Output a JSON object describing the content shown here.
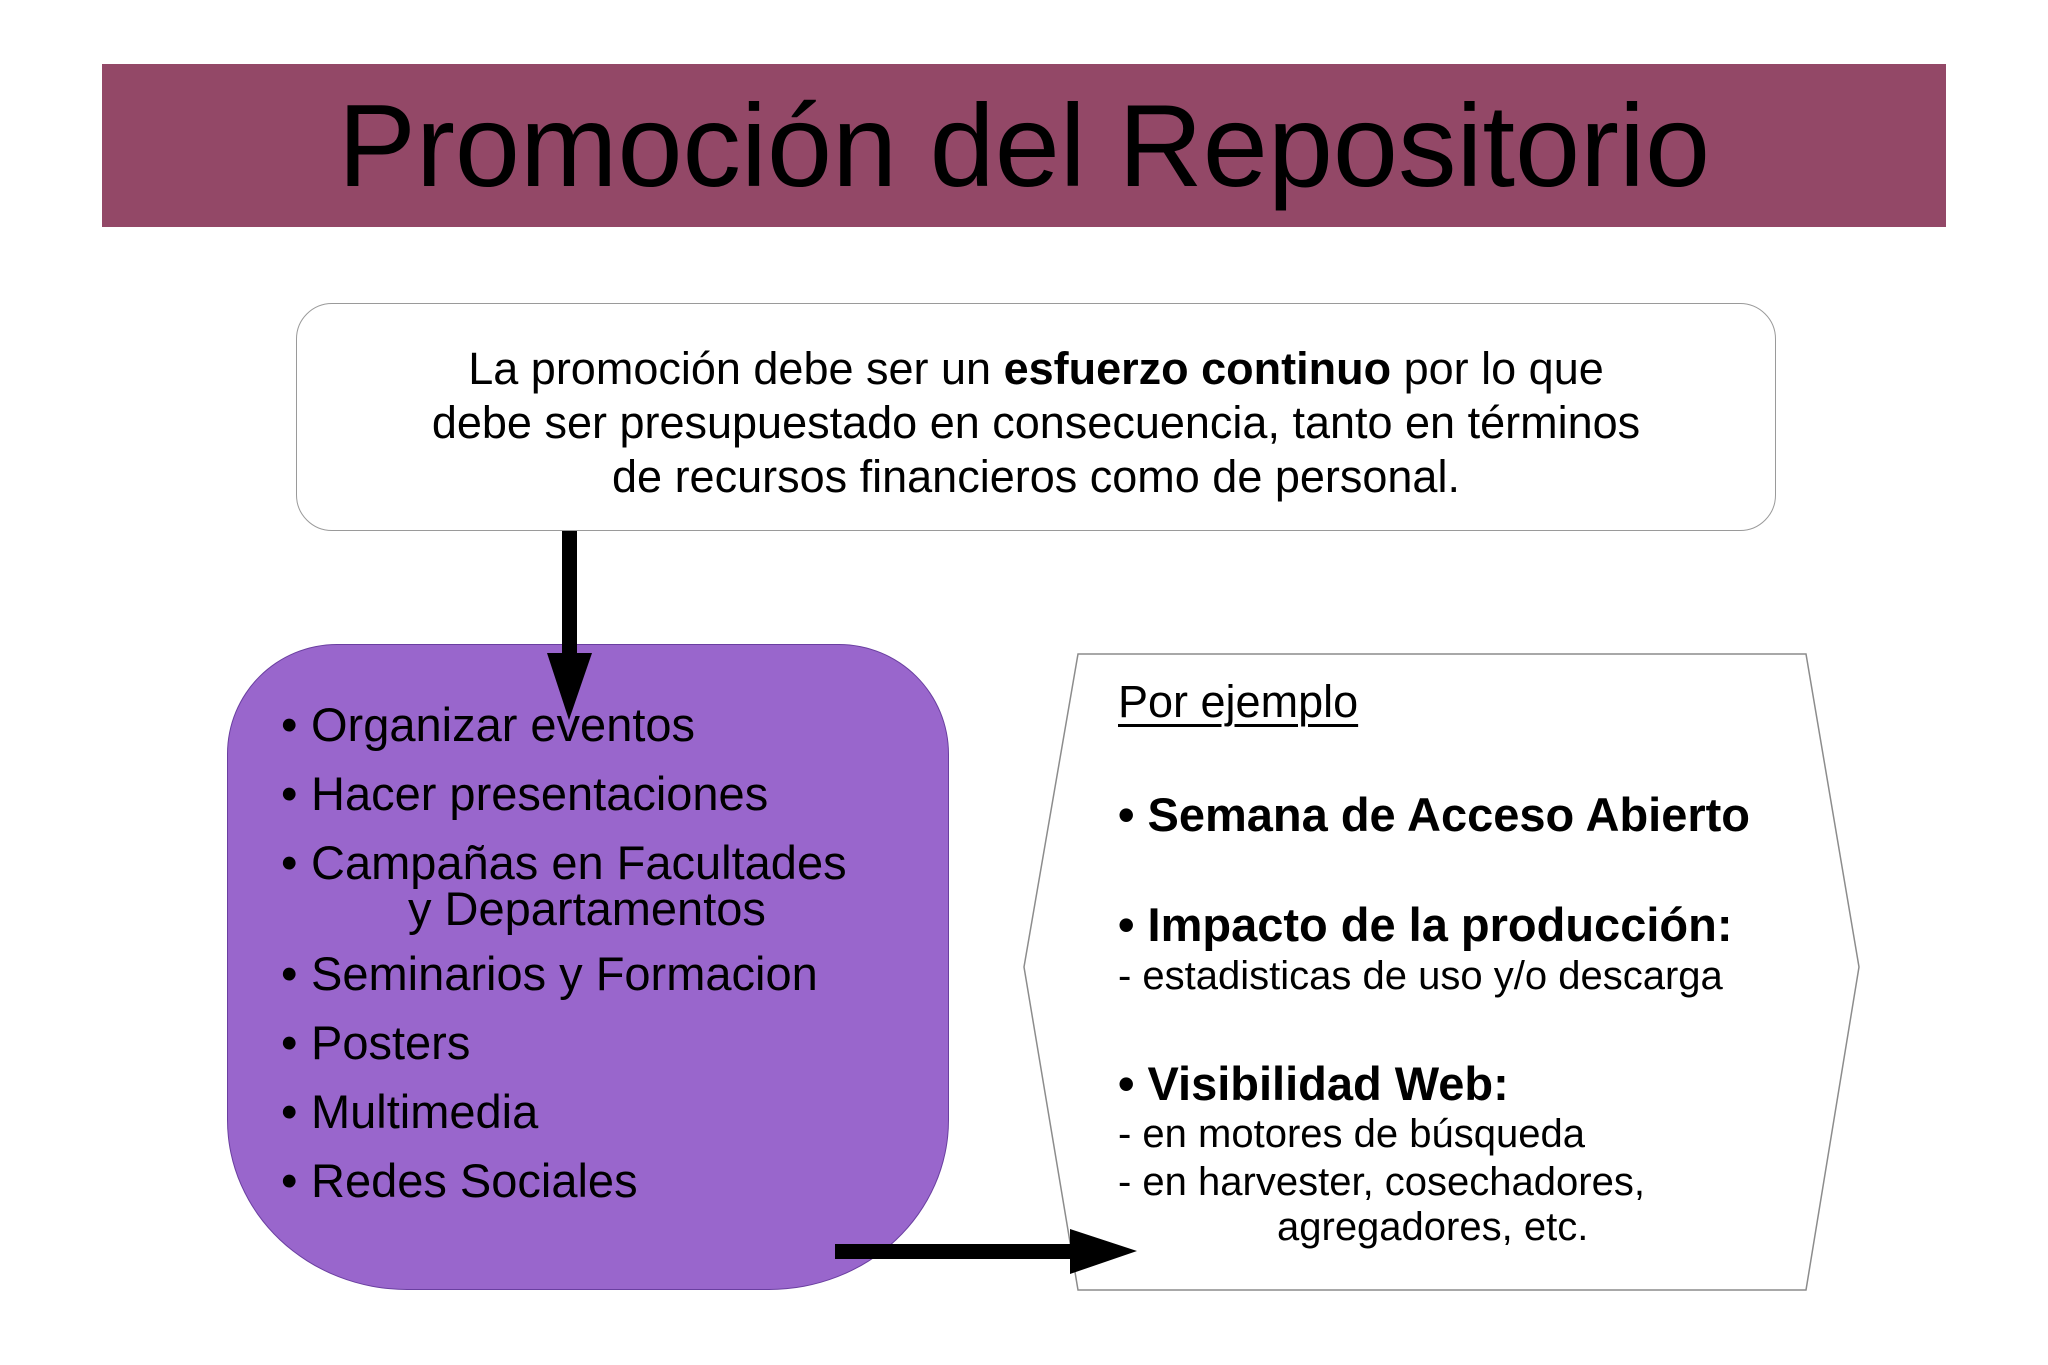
{
  "slide": {
    "title": "Promoción del Repositorio",
    "colors": {
      "title_bar": "#934867",
      "purple_box": "#9966cc",
      "box_border": "#9a9a9a",
      "arrow": "#000000"
    }
  },
  "statement": {
    "line1_pre": "La promoción debe ser un ",
    "line1_bold": "esfuerzo continuo",
    "line1_post": " por lo que",
    "line2": "debe ser presupuestado en consecuencia, tanto en términos",
    "line3": "de recursos financieros como de personal."
  },
  "activities": {
    "items": [
      {
        "label": "Organizar eventos"
      },
      {
        "label": "Hacer presentaciones"
      },
      {
        "label": "Campañas en Facultades",
        "continuation": "y Departamentos"
      },
      {
        "label": "Seminarios y Formacion"
      },
      {
        "label": "Posters"
      },
      {
        "label": "Multimedia"
      },
      {
        "label": "Redes Sociales"
      }
    ]
  },
  "examples": {
    "heading": "Por ejemplo",
    "items": [
      {
        "label": "• Semana de Acceso Abierto",
        "details": []
      },
      {
        "label": "• Impacto de la producción:",
        "details": [
          "- estadisticas de uso y/o descarga"
        ]
      },
      {
        "label": "• Visibilidad Web:",
        "details": [
          "- en motores de búsqueda",
          "- en harvester, cosechadores,",
          "agregadores, etc."
        ]
      }
    ]
  }
}
